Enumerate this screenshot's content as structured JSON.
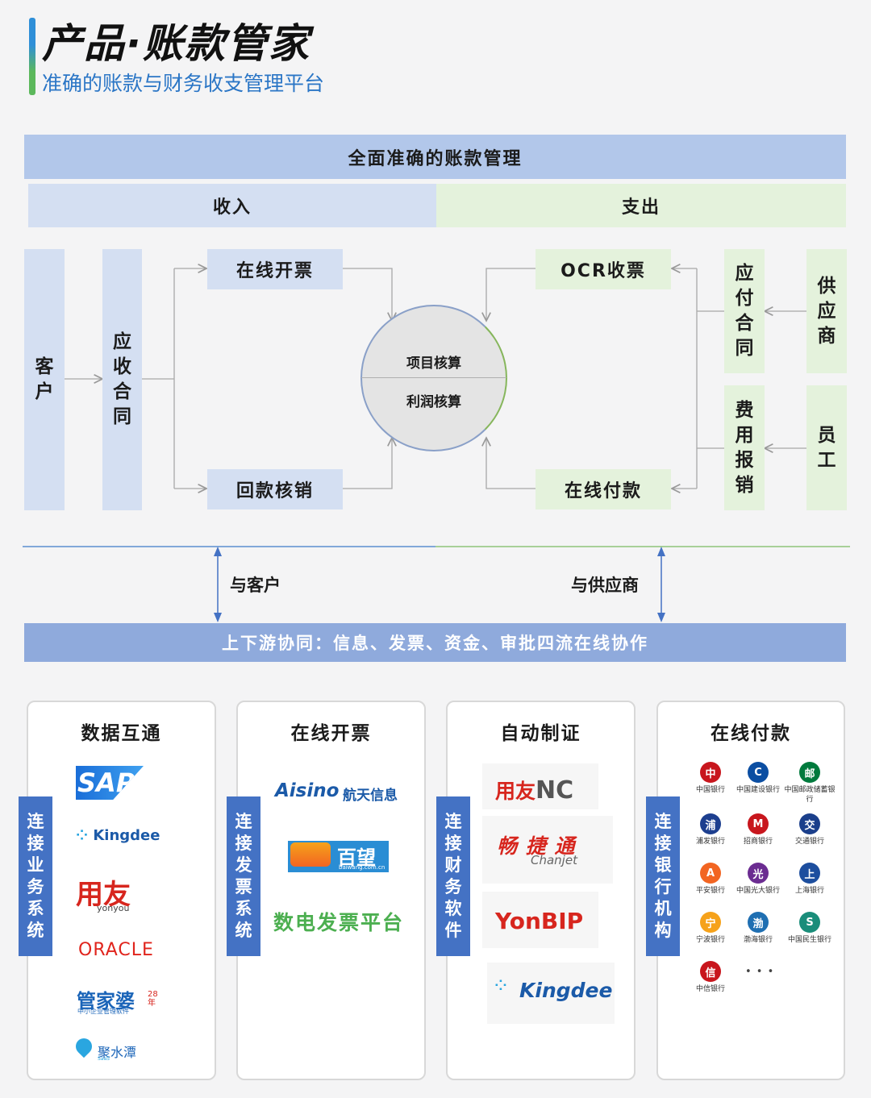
{
  "header": {
    "title": "产品·账款管家",
    "subtitle": "准确的账款与财务收支管理平台"
  },
  "diagram": {
    "top_banner": "全面准确的账款管理",
    "income_label": "收入",
    "expense_label": "支出",
    "customer": [
      "客",
      "户"
    ],
    "receivable_contract": [
      "应",
      "收",
      "合",
      "同"
    ],
    "online_invoicing": "在线开票",
    "collection_writeoff": "回款核销",
    "center_top": "项目核算",
    "center_bottom": "利润核算",
    "ocr_receipt": "OCR收票",
    "online_payment": "在线付款",
    "payable_contract": [
      "应",
      "付",
      "合",
      "同"
    ],
    "expense_reimbursement": [
      "费",
      "用",
      "报",
      "销"
    ],
    "supplier": [
      "供",
      "应",
      "商"
    ],
    "employee": [
      "员",
      "工"
    ],
    "with_customer": "与客户",
    "with_supplier": "与供应商",
    "bottom_banner": "上下游协同：信息、发票、资金、审批四流在线协作"
  },
  "cards": {
    "data": {
      "title": "数据互通",
      "tag": [
        "连",
        "接",
        "业",
        "务",
        "系",
        "统"
      ],
      "logos": [
        "SAP",
        "Kingdee",
        "用友",
        "yonyou",
        "ORACLE",
        "管家婆",
        "中小企业管理软件",
        "28",
        "年",
        "聚水潭",
        "SaaS"
      ]
    },
    "invoice": {
      "title": "在线开票",
      "tag": [
        "连",
        "接",
        "发",
        "票",
        "系",
        "统"
      ],
      "logos": [
        "Aisino",
        "航天信息",
        "百望",
        "baiwang.com.cn",
        "数电发票平台"
      ]
    },
    "voucher": {
      "title": "自动制证",
      "tag": [
        "连",
        "接",
        "财",
        "务",
        "软",
        "件"
      ],
      "logos": [
        "用友",
        "NC",
        "畅 捷 通",
        "Chanjet",
        "YonBIP",
        "Kingdee"
      ]
    },
    "payment": {
      "title": "在线付款",
      "tag": [
        "连",
        "接",
        "银",
        "行",
        "机",
        "构"
      ],
      "banks": [
        {
          "name": "中国银行",
          "color": "#c8161d",
          "icon": "中"
        },
        {
          "name": "中国建设银行",
          "color": "#0b4ea2",
          "icon": "C"
        },
        {
          "name": "中国邮政储蓄银行",
          "color": "#007a3d",
          "icon": "邮"
        },
        {
          "name": "浦发银行",
          "color": "#1d3f8f",
          "icon": "浦"
        },
        {
          "name": "招商银行",
          "color": "#c8161d",
          "icon": "M"
        },
        {
          "name": "交通银行",
          "color": "#1b3f8b",
          "icon": "交"
        },
        {
          "name": "平安银行",
          "color": "#f26522",
          "icon": "A"
        },
        {
          "name": "中国光大银行",
          "color": "#6b2c91",
          "icon": "光"
        },
        {
          "name": "上海银行",
          "color": "#1d4e9e",
          "icon": "上"
        },
        {
          "name": "宁波银行",
          "color": "#f6a21a",
          "icon": "宁"
        },
        {
          "name": "渤海银行",
          "color": "#1f6fb2",
          "icon": "渤"
        },
        {
          "name": "中国民生银行",
          "color": "#1a8d7a",
          "icon": "S"
        },
        {
          "name": "中信银行",
          "color": "#c8161d",
          "icon": "信"
        }
      ],
      "more": "• • •"
    }
  }
}
